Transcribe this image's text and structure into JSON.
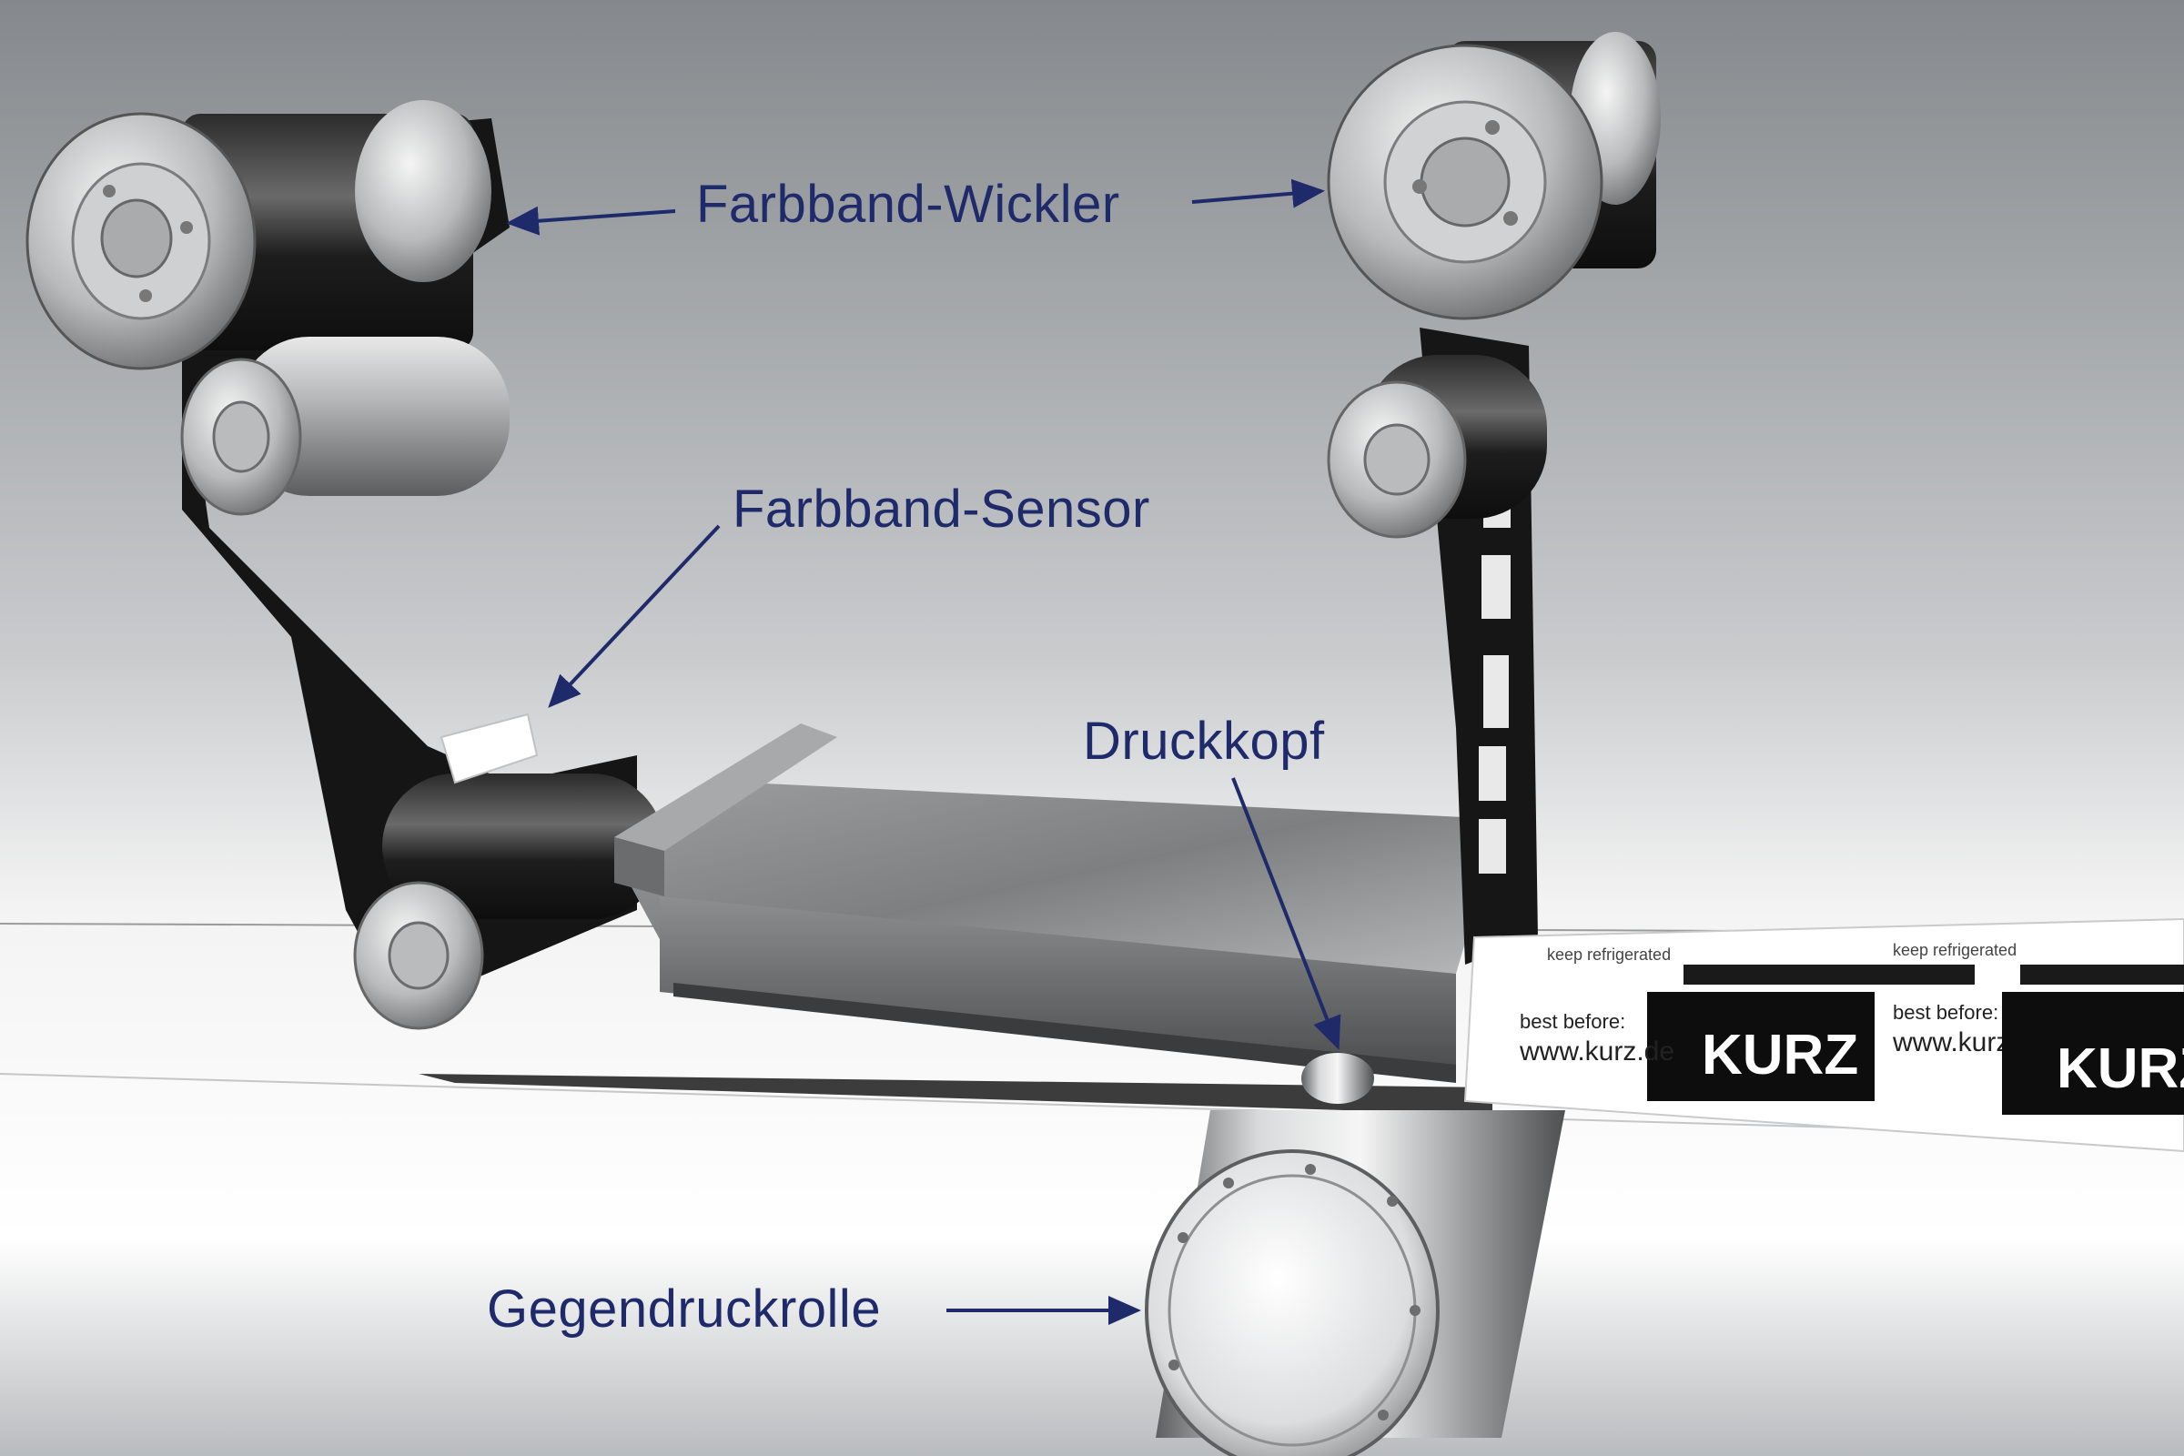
{
  "labels": {
    "ribbon_winder": "Farbband-Wickler",
    "ribbon_sensor": "Farbband-Sensor",
    "print_head": "Druckkopf",
    "counter_pressure_roller": "Gegendruckrolle"
  },
  "label_printing": {
    "brand": "KURZ",
    "best_before": "best before:",
    "website": "www.kurz.de",
    "keep_note": "keep refrigerated"
  },
  "colors": {
    "label_text": "#1f2a6b",
    "arrow": "#1f2a6b",
    "ribbon": "#1c1c1c",
    "metal_light": "#e6e6e6",
    "metal_dark": "#6e6e6e",
    "background_top": "#868a8e",
    "background_bottom": "#ffffff"
  }
}
